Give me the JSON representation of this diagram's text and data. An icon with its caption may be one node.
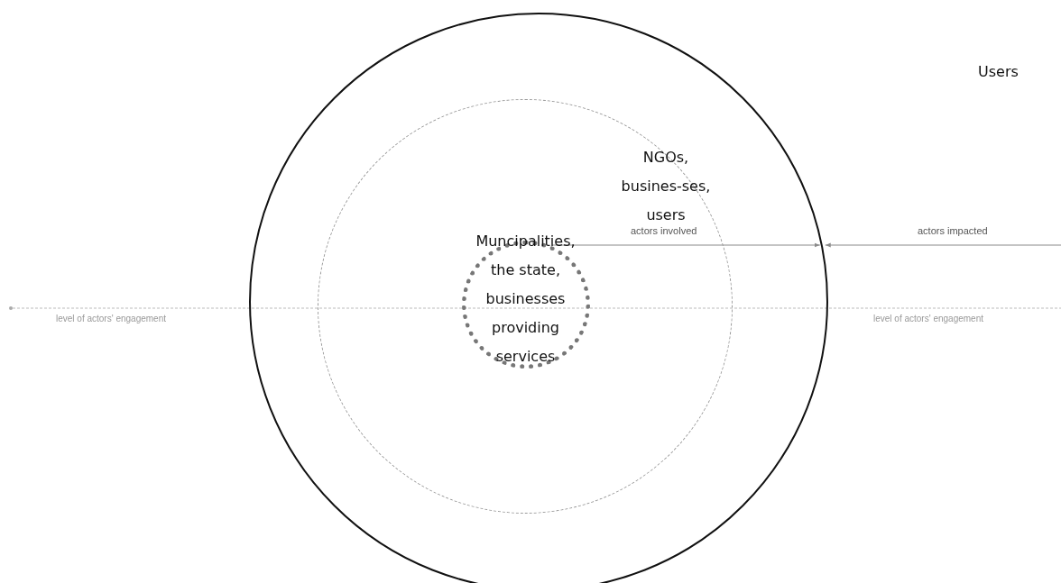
{
  "diagram": {
    "nodes": [
      {
        "text": [],
        "shape": "circle"
      },
      {
        "text": [
          "NGOs, busines-ses, users"
        ],
        "in": 0
      },
      {
        "text": [
          "Muncipalities, the state, businesses providing services"
        ],
        "in": 1
      }
    ],
    "edges": [
      {
        "from": 2,
        "to": 0,
        "arrow": "to",
        "label": "actors involved"
      },
      {
        "from": null,
        "to": 0,
        "arrow": "to",
        "label": "actors impacted"
      }
    ],
    "labels": [
      "Users",
      "level of actors' engagement",
      "level of actors' engagement"
    ]
  }
}
